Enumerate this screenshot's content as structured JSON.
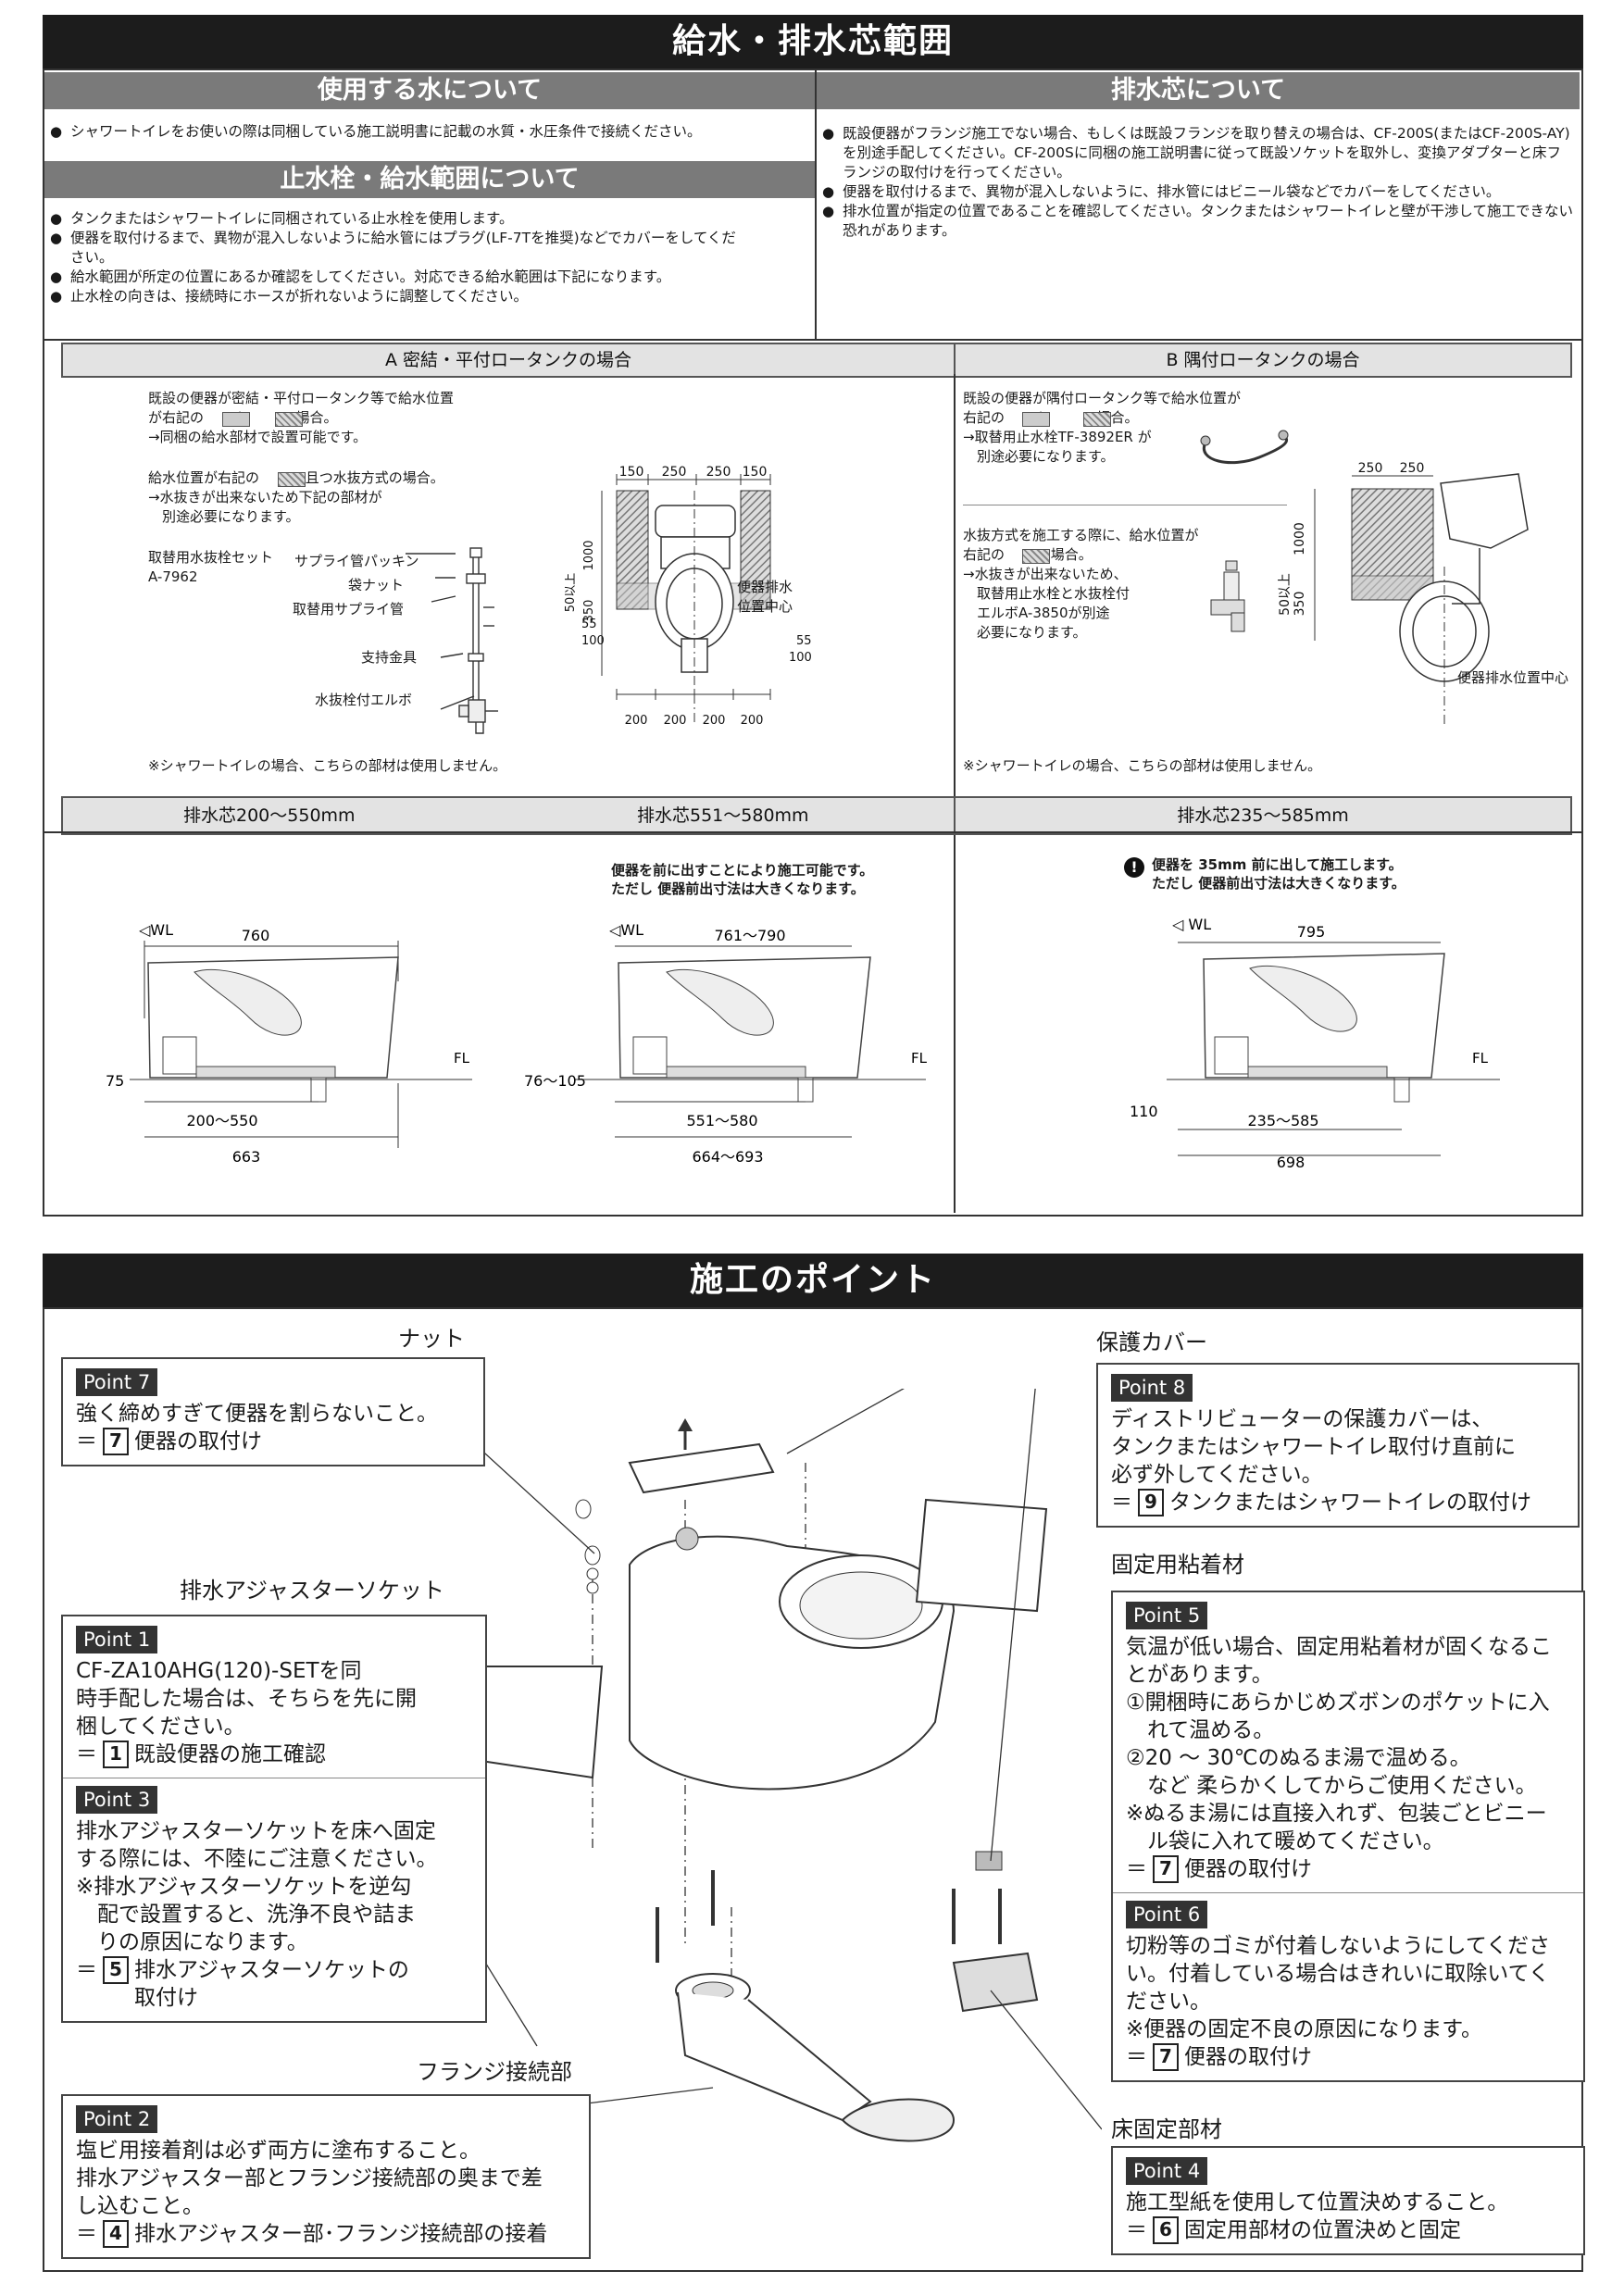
{
  "top": {
    "title": "給水・排水芯範囲",
    "water": {
      "heading": "使用する水について",
      "items": [
        "シャワートイレをお使いの際は同梱している施工説明書に記載の水質・水圧条件で接続ください。"
      ]
    },
    "valve": {
      "heading": "止水栓・給水範囲について",
      "items": [
        "タンクまたはシャワートイレに同梱されている止水栓を使用します。",
        "便器を取付けるまで、異物が混入しないように給水管にはプラグ(LF-7Tを推奨)などでカバーをしてください。",
        "給水範囲が所定の位置にあるか確認をしてください。対応できる給水範囲は下記になります。",
        "止水栓の向きは、接続時にホースが折れないように調整してください。"
      ]
    },
    "drain": {
      "heading": "排水芯について",
      "items": [
        "既設便器がフランジ施工でない場合、もしくは既設フランジを取り替えの場合は、CF-200S(またはCF-200S-AY)を別途手配してください。CF-200Sに同梱の施工説明書に従って既設ソケットを取外し、変換アダプターと床フランジの取付けを行ってください。",
        "便器を取付けるまで、異物が混入しないように、排水管にはビニール袋などでカバーをしてください。",
        "排水位置が指定の位置であることを確認してください。タンクまたはシャワートイレと壁が干渉して施工できない恐れがあります。"
      ]
    }
  },
  "sectionA": {
    "header": "A 密結・平付ロータンクの場合",
    "text1": "既設の便器が密結・平付ロータンク等で給水位置\nが右記の　　 と　　 の場合。\n→同梱の給水部材で設置可能です。",
    "text2": "給水位置が右記の　　 で且つ水抜方式の場合。\n→水抜きが出来ないため下記の部材が\n　別途必要になります。",
    "kit": "取替用水抜栓セット\nA-7962",
    "parts": [
      "サプライ管パッキン",
      "袋ナット",
      "取替用サプライ管",
      "支持金具",
      "水抜栓付エルボ"
    ],
    "note": "※シャワートイレの場合、こちらの部材は使用しません。",
    "dims_top": [
      "150",
      "250",
      "250",
      "150"
    ],
    "dims_bottom": [
      "200",
      "200",
      "200",
      "200"
    ],
    "dims_v": [
      "1000",
      "350",
      "50以上"
    ],
    "dims_side": [
      "55",
      "100",
      "55",
      "100"
    ],
    "drain_center_label": "便器排水\n位置中心"
  },
  "sectionB": {
    "header": "B 隅付ロータンクの場合",
    "text1": "既設の便器が隅付ロータンク等で給水位置が\n右記の　　 と　　 の場合。\n→取替用止水栓TF-3892ER が\n　別途必要になります。",
    "text2": "水抜方式を施工する際に、給水位置が\n右記の　　 の場合。\n→水抜きが出来ないため、\n　取替用止水栓と水抜栓付\n　エルボA-3850が別途\n　必要になります。",
    "note": "※シャワートイレの場合、こちらの部材は使用しません。",
    "dims_top": [
      "250",
      "250"
    ],
    "dims_v": [
      "1000",
      "350",
      "50以上"
    ],
    "drain_center_label": "便器排水位置中心"
  },
  "drainRow": {
    "h1": "排水芯200〜550mm",
    "h2": "排水芯551〜580mm",
    "h3": "排水芯235〜585mm",
    "d1": {
      "wl": "◁WL",
      "fl": "FL",
      "top": "760",
      "left": "75",
      "mid": "200〜550",
      "bottom": "663"
    },
    "d2": {
      "note": "便器を前に出すことにより施工可能です。\nただし 便器前出寸法は大きくなります。",
      "wl": "◁WL",
      "fl": "FL",
      "top": "761〜790",
      "left": "76〜105",
      "mid": "551〜580",
      "bottom": "664〜693"
    },
    "d3": {
      "note": "便器を 35mm 前に出して施工します。\nただし 便器前出寸法は大きくなります。",
      "wl": "◁ WL",
      "fl": "FL",
      "top": "795",
      "left": "110",
      "mid": "235〜585",
      "bottom": "698"
    }
  },
  "points": {
    "title": "施工のポイント",
    "callouts": {
      "nut": "ナット",
      "cover": "保護カバー",
      "socket": "排水アジャスターソケット",
      "adhesive": "固定用粘着材",
      "flange": "フランジ接続部",
      "floor": "床固定部材"
    },
    "p7": {
      "label": "Point 7",
      "body": "強く締めすぎて便器を割らないこと。",
      "ref": "7",
      "ref_text": "便器の取付け"
    },
    "p8": {
      "label": "Point 8",
      "body": "ディストリビューターの保護カバーは、\nタンクまたはシャワートイレ取付け直前に\n必ず外してください。",
      "ref": "9",
      "ref_text": "タンクまたはシャワートイレの取付け"
    },
    "p1": {
      "label": "Point 1",
      "body": "CF-ZA10AHG(120)-SETを同\n時手配した場合は、そちらを先に開\n梱してください。",
      "ref": "1",
      "ref_text": "既設便器の施工確認"
    },
    "p3": {
      "label": "Point 3",
      "body": "排水アジャスターソケットを床へ固定\nする際には、不陸にご注意ください。\n※排水アジャスターソケットを逆勾\n　配で設置すると、洗浄不良や詰ま\n　りの原因になります。",
      "ref": "5",
      "ref_text": "排水アジャスターソケットの\n取付け"
    },
    "p5": {
      "label": "Point 5",
      "body": "気温が低い場合、固定用粘着材が固くなるこ\nとがあります。\n①開梱時にあらかじめズボンのポケットに入\n　れて温める。\n②20 ～ 30℃のぬるま湯で温める。\n　など 柔らかくしてからご使用ください。\n※ぬるま湯には直接入れず、包装ごとビニー\n　ル袋に入れて暖めてください。",
      "ref": "7",
      "ref_text": "便器の取付け"
    },
    "p6": {
      "label": "Point 6",
      "body": "切粉等のゴミが付着しないようにしてくださ\nい。付着している場合はきれいに取除いてく\nださい。\n※便器の固定不良の原因になります。",
      "ref": "7",
      "ref_text": "便器の取付け"
    },
    "p2": {
      "label": "Point 2",
      "body": "塩ビ用接着剤は必ず両方に塗布すること。\n排水アジャスター部とフランジ接続部の奥まで差\nし込むこと。",
      "ref": "4",
      "ref_text": "排水アジャスター部･フランジ接続部の接着"
    },
    "p4": {
      "label": "Point 4",
      "body": "施工型紙を使用して位置決めすること。",
      "ref": "6",
      "ref_text": "固定用部材の位置決めと固定"
    }
  }
}
